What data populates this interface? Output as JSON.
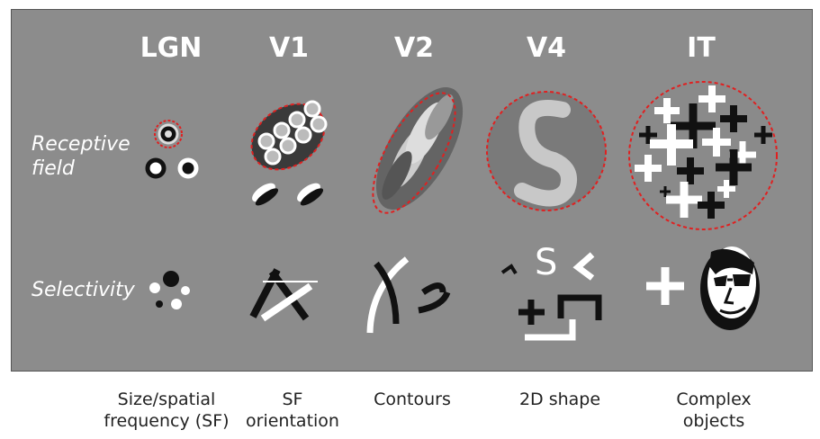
{
  "columns": [
    {
      "title": "LGN",
      "caption_line1": "Size/spatial",
      "caption_line2": "frequency (SF)"
    },
    {
      "title": "V1",
      "caption_line1": "SF",
      "caption_line2": "orientation"
    },
    {
      "title": "V2",
      "caption_line1": "Contours",
      "caption_line2": ""
    },
    {
      "title": "V4",
      "caption_line1": "2D shape",
      "caption_line2": ""
    },
    {
      "title": "IT",
      "caption_line1": "Complex",
      "caption_line2": "objects"
    }
  ],
  "rows": {
    "receptive_field_line1": "Receptive",
    "receptive_field_line2": "field",
    "selectivity": "Selectivity"
  },
  "v4_letter": "S",
  "colors": {
    "panel": "#8c8c8c",
    "highlight": "#e02020",
    "white": "#ffffff",
    "black": "#111111"
  }
}
